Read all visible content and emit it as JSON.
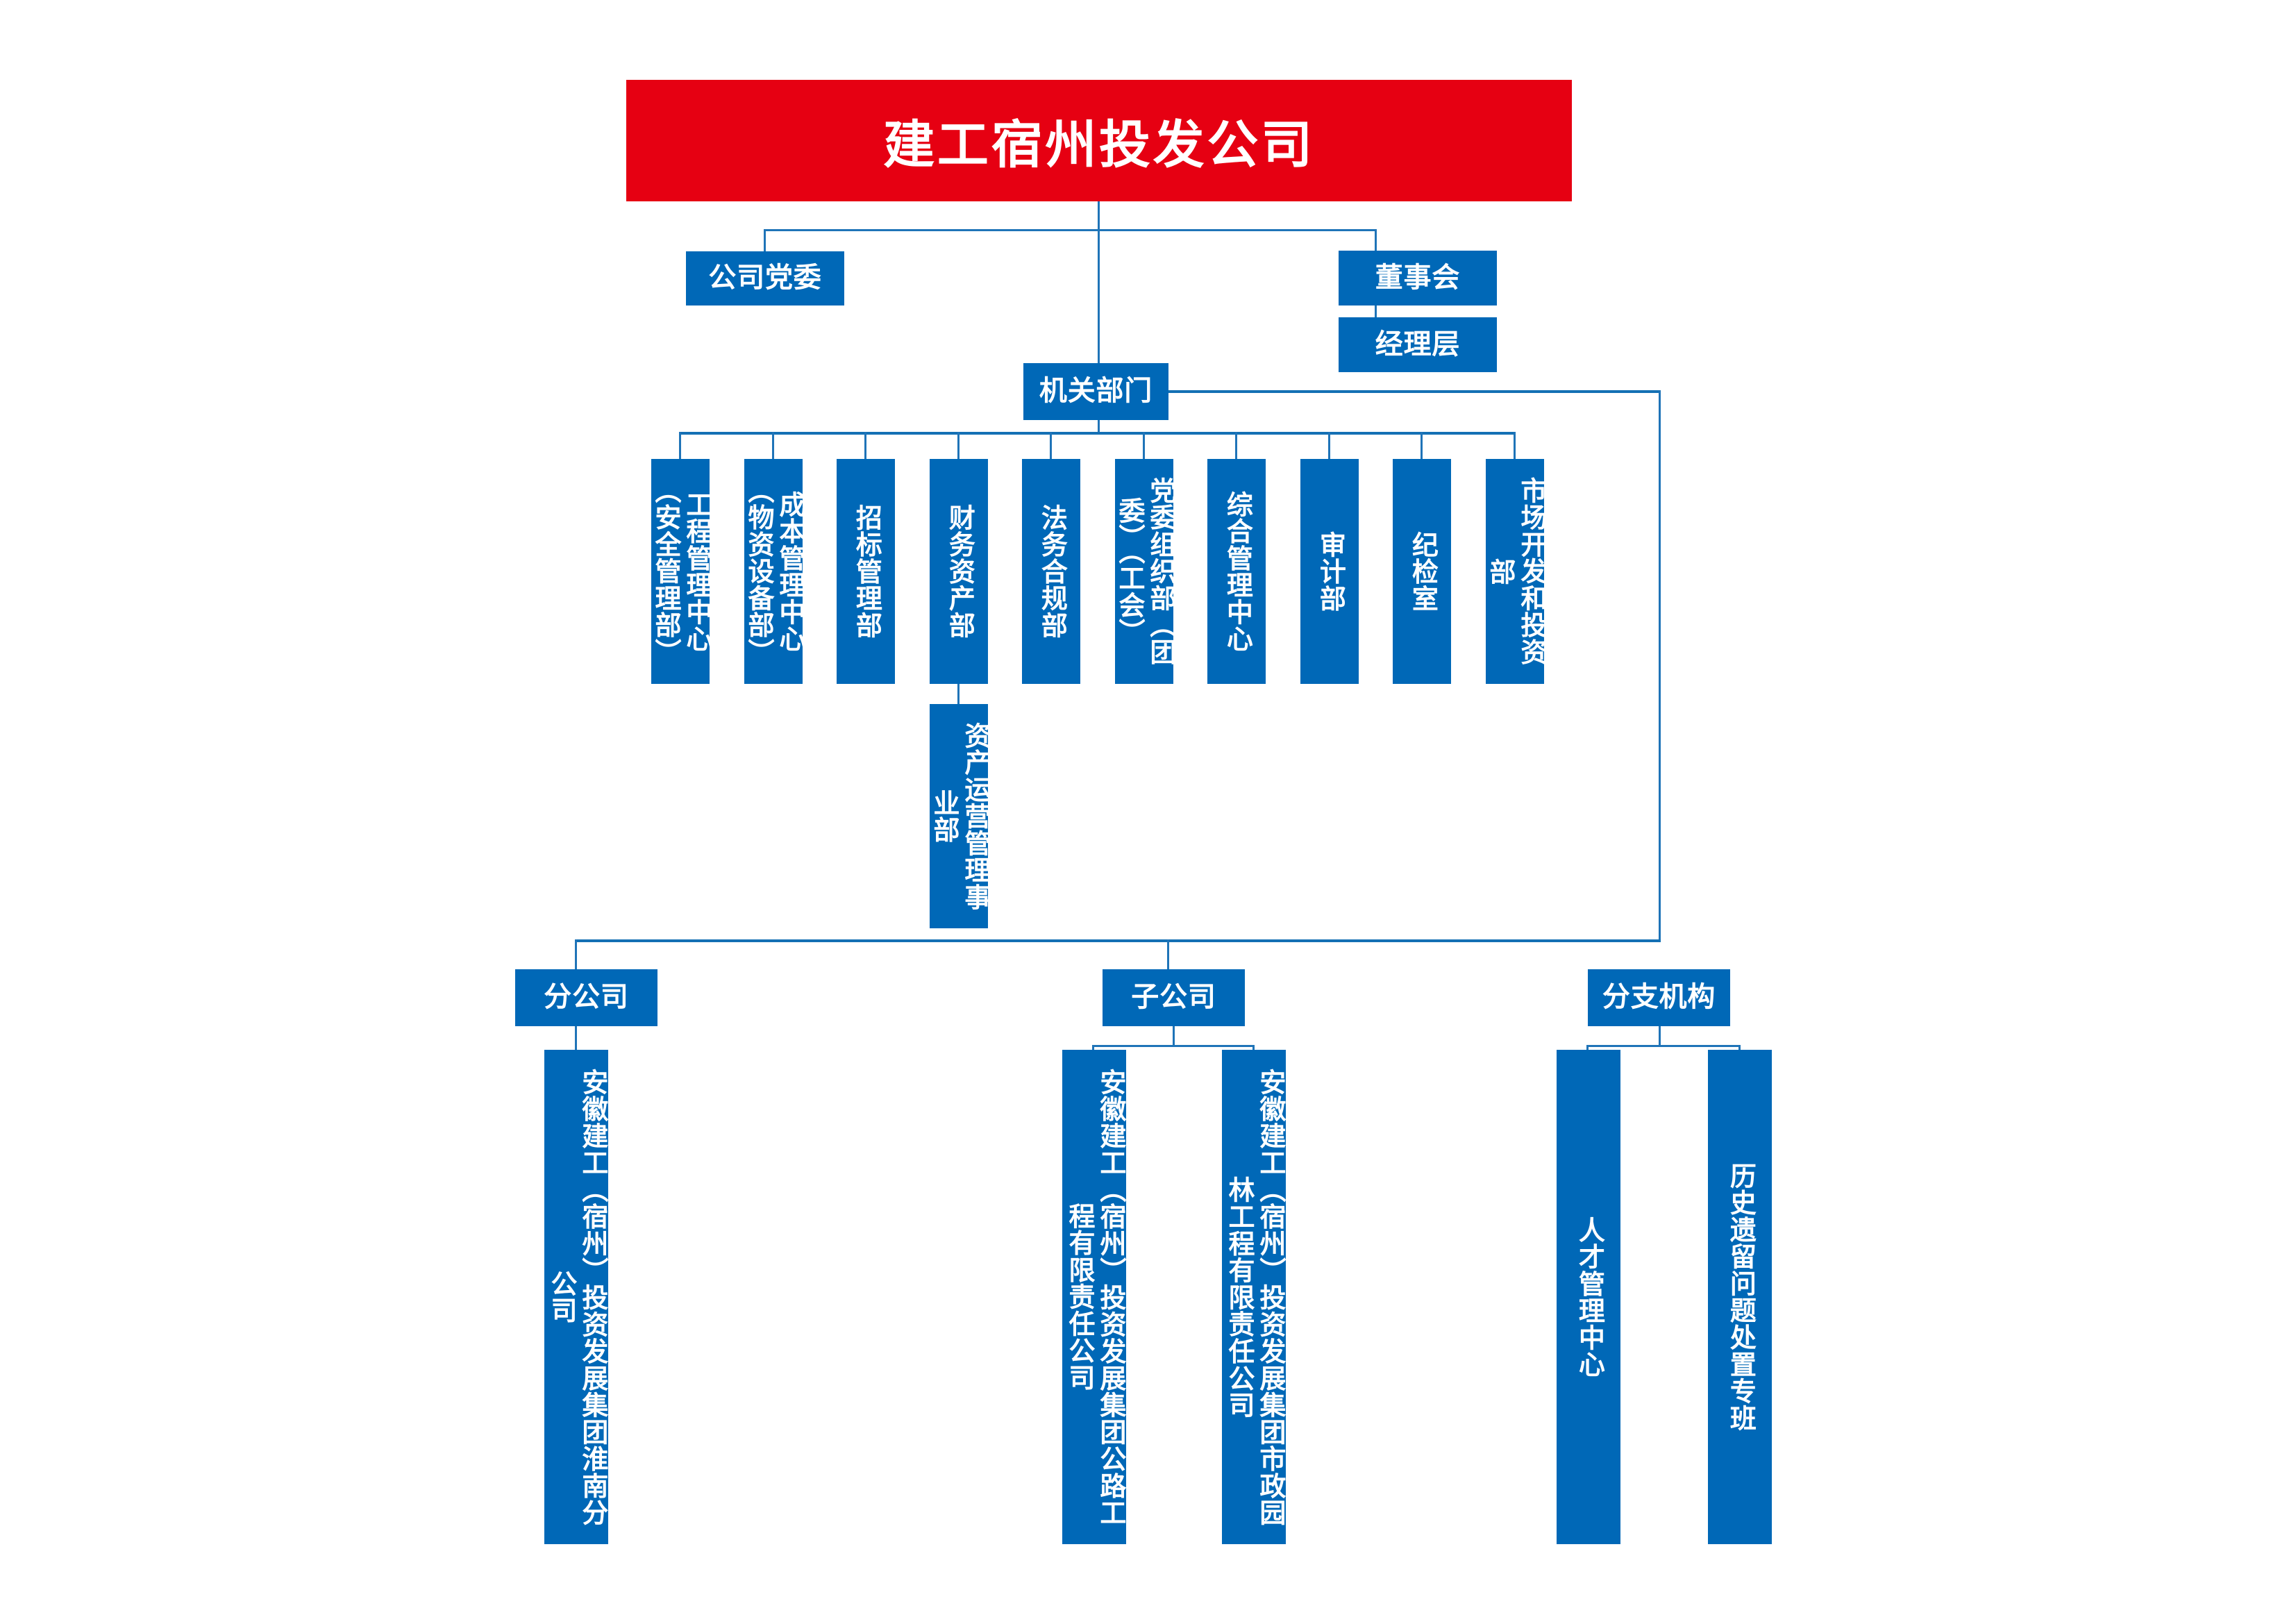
{
  "colors": {
    "banner_red": "#E60012",
    "node_blue": "#0068B7",
    "connector_blue": "#1F74B8",
    "background": "#FFFFFF",
    "text": "#FFFFFF"
  },
  "banner": {
    "title": "建工宿州投发公司"
  },
  "level2": {
    "party_committee": "公司党委",
    "board_of_directors": "董事会",
    "management_layer": "经理层",
    "functional_departments": "机关部门"
  },
  "departments": [
    {
      "label": "工程管理中心（安全管理部）"
    },
    {
      "label": "成本管理中心（物资设备部）"
    },
    {
      "label": "招标管理部"
    },
    {
      "label": "财务资产部"
    },
    {
      "label": "法务合规部"
    },
    {
      "label": "党委组织部（团委）（工会）"
    },
    {
      "label": "综合管理中心"
    },
    {
      "label": "审计部"
    },
    {
      "label": "纪检室"
    },
    {
      "label": "市场开发和投资部"
    }
  ],
  "sub_department": {
    "label": "资产运营管理事业部",
    "parent": "财务资产部"
  },
  "groups": [
    {
      "label": "分公司"
    },
    {
      "label": "子公司"
    },
    {
      "label": "分支机构"
    }
  ],
  "branch_companies": [
    {
      "label": "安徽建工（宿州）投资发展集团淮南分公司"
    }
  ],
  "subsidiaries": [
    {
      "label": "安徽建工（宿州）投资发展集团公路工程有限责任公司"
    },
    {
      "label": "安徽建工（宿州）投资发展集团市政园林工程有限责任公司"
    }
  ],
  "branch_institutions": [
    {
      "label": "人才管理中心"
    },
    {
      "label": "历史遗留问题处置专班"
    }
  ]
}
